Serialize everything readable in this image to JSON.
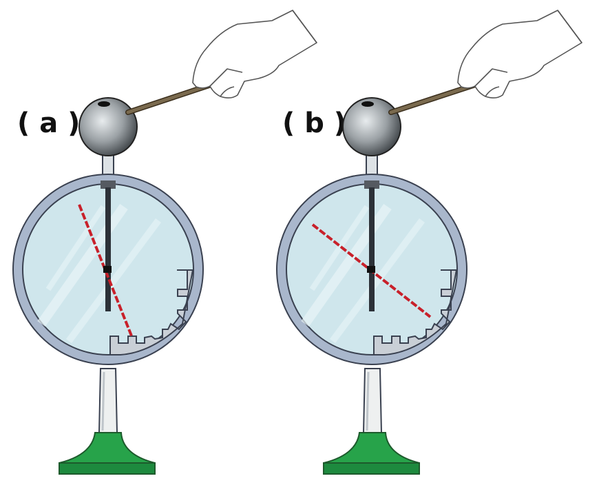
{
  "panels": [
    {
      "label": "( a )",
      "needle_deflection": "small"
    },
    {
      "label": "( b )",
      "needle_deflection": "large"
    }
  ],
  "colors": {
    "case_ring": "#a9b7cc",
    "case_outline": "#3a4150",
    "glass": "#cfe6ec",
    "scale_plate": "#c9cfd6",
    "needle": "#c8202a",
    "rod": "#2c3138",
    "sphere": "#8c9296",
    "stand": "#eef0f0",
    "base": "#27a34a",
    "base_dark": "#1d7f39",
    "charging_rod": "#7a6a4e",
    "glove_outline": "#555555"
  },
  "icons": [
    "electroscope",
    "gloved-hand-icon",
    "charging-rod",
    "metal-sphere",
    "deflection-needle",
    "scale-plate"
  ]
}
